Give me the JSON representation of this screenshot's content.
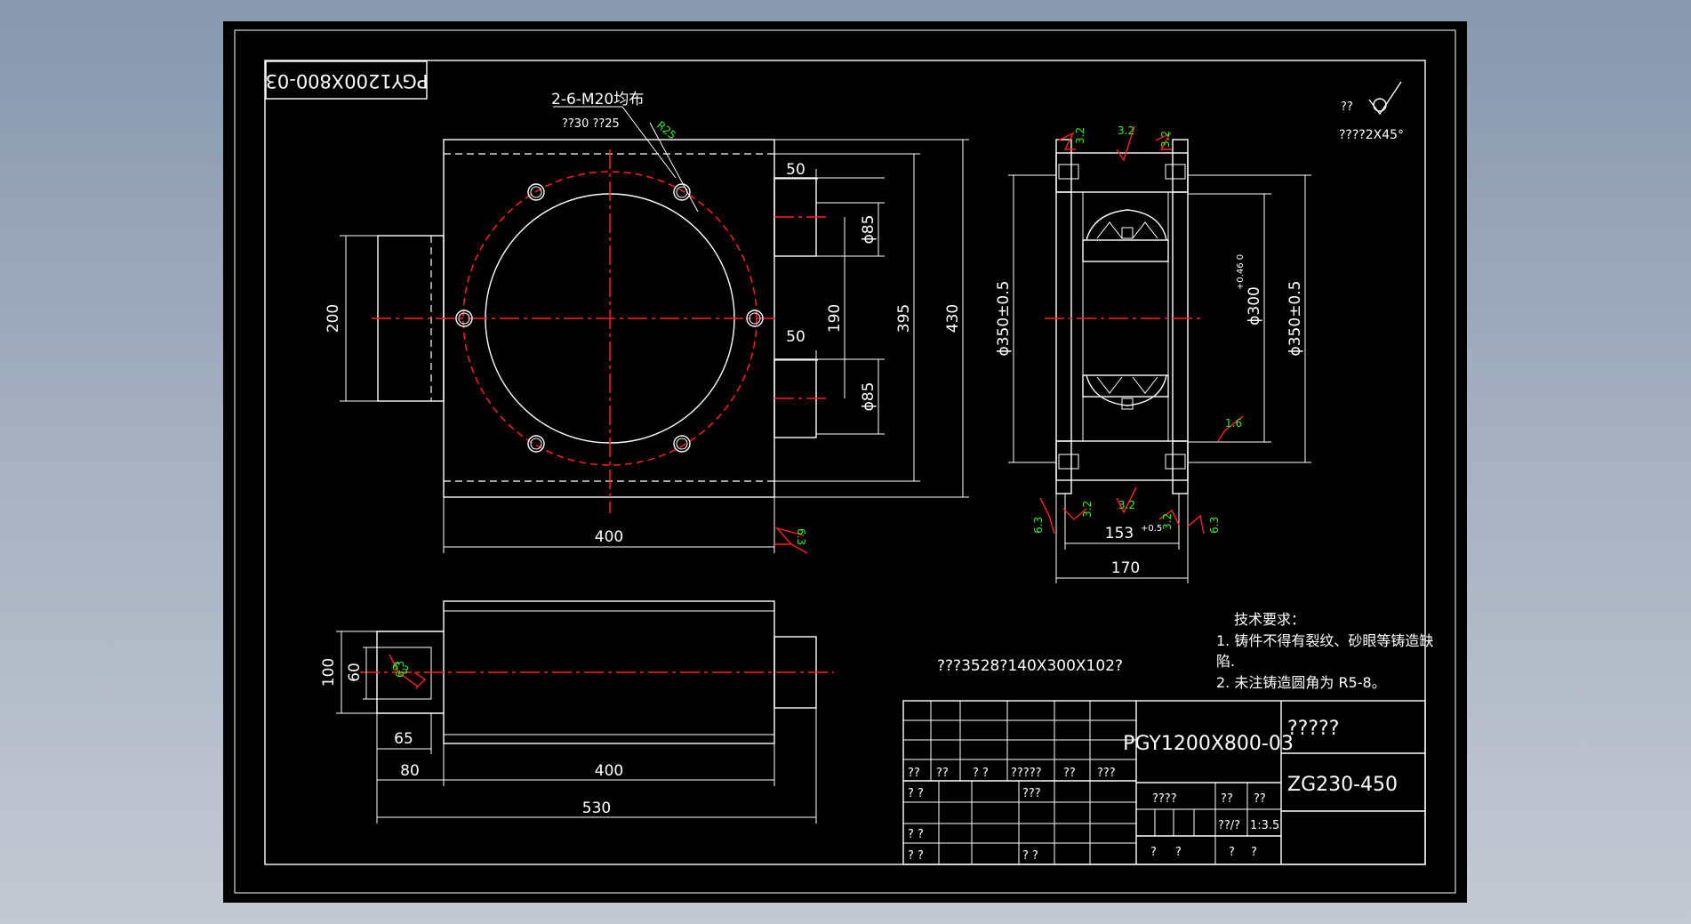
{
  "colors": {
    "background": "#000000",
    "line": "#ffffff",
    "center": "#ff2020",
    "roughness": "#33ee33"
  },
  "drawing": {
    "code_box": "PGY1200X800-03",
    "hole_note": "2-6-M20均布",
    "hole_sub": "??30 ??25",
    "r25": "R25",
    "dim_50_top": "50",
    "dim_50_mid": "50",
    "dim_phi85_top": "ϕ85",
    "dim_phi85_bot": "ϕ85",
    "dim_190": "190",
    "dim_395": "395",
    "dim_430": "430",
    "dim_200": "200",
    "dim_400_front": "400",
    "rough_63_front": "6.3",
    "dim_phi350_left": "ϕ350±0.5",
    "dim_phi300": "ϕ300",
    "dim_phi300_tol": "+0.46 0",
    "dim_phi350_right": "ϕ350±0.5",
    "dim_153": "153",
    "dim_153_tol": "+0.5",
    "dim_170": "170",
    "rough_32_a": "3.2",
    "rough_32_b": "3.2",
    "rough_32_c": "3.2",
    "rough_32_d": "3.2",
    "rough_32_e": "3.2",
    "rough_32_f": "3.2",
    "rough_16": "1.6",
    "rough_63_left": "6.3",
    "rough_63_right": "6.3",
    "rough_63_bot_a": "6.3",
    "rough_63_bot_b": "6.3",
    "corner_rough_label": "??",
    "chamfer_note": "????2X45°",
    "dim_100": "100",
    "dim_60": "60",
    "dim_65": "65",
    "dim_80": "80",
    "dim_400_bottom": "400",
    "dim_530": "530",
    "bearing_note": "???3528?140X300X102?"
  },
  "tech_requirements": {
    "title": "技术要求：",
    "item1_line1": "1. 铸件不得有裂纹、砂眼等铸造缺",
    "item1_line2": "陷.",
    "item2": "2. 未注铸造圆角为 R5-8。"
  },
  "title_block": {
    "drawing_no": "PGY1200X800-03",
    "part_name": "?????",
    "material": "ZG230-450",
    "scale_label": "??",
    "scale_value": "1:3.5",
    "stage_label": "????",
    "weight_label": "??",
    "sheet_note": "??/?",
    "sheet_footer_a": "?",
    "sheet_footer_b": "?",
    "sheet_footer_c": "?",
    "sheet_footer_d": "?",
    "row1": [
      "??",
      "??",
      "? ?",
      "?????",
      "??",
      "???"
    ],
    "row2_a": "? ?",
    "row2_b": "???",
    "row3_a": "? ?",
    "row4_a": "? ?",
    "row4_b": "? ?"
  }
}
